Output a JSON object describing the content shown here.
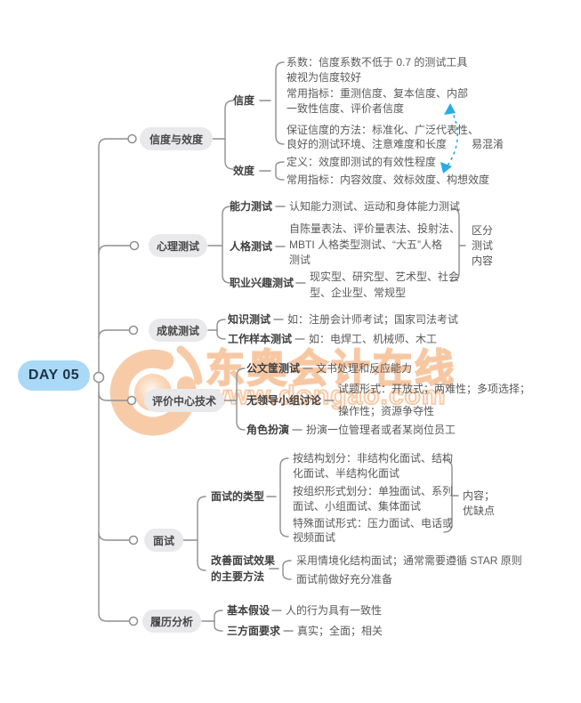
{
  "root": {
    "label": "DAY 05"
  },
  "watermark": {
    "brand": "东奥会计在线",
    "url": "www.dongao.com"
  },
  "colors": {
    "accent_blue": "#2aabe3",
    "watermark_orange": "#f29854",
    "root_node_fill": "#a9d9f6",
    "branch_node_fill": "#e9e9ec",
    "line_gray": "#8f8f8f"
  },
  "branch1": {
    "label": "信度与效度",
    "note": "易混淆",
    "reliability": {
      "label": "信度",
      "l1": "系数：信度系数不低于 0.7 的测试工具",
      "l2": "被视为信度较好",
      "l3": "常用指标：重测信度、复本信度、内部",
      "l4": "一致性信度、评价者信度",
      "l5": "保证信度的方法：标准化、广泛代表性、",
      "l6": "良好的测试环境、注意难度和长度"
    },
    "validity": {
      "label": "效度",
      "l1": "定义：效度即测试的有效性程度",
      "l2": "常用指标：内容效度、效标效度、构想效度"
    }
  },
  "branch2": {
    "label": "心理测试",
    "note1": "区分",
    "note2": "测试",
    "note3": "内容",
    "ability": {
      "label": "能力测试",
      "l1": "认知能力测试、运动和身体能力测试"
    },
    "personality": {
      "label": "人格测试",
      "l1": "自陈量表法、评价量表法、投射法、",
      "l2": "MBTI 人格类型测试、“大五”人格",
      "l3": "测试"
    },
    "interest": {
      "label": "职业兴趣测试",
      "l1": "现实型、研究型、艺术型、社会",
      "l2": "型、企业型、常规型"
    }
  },
  "branch3": {
    "label": "成就测试",
    "knowledge": {
      "label": "知识测试",
      "l1": "如：注册会计师考试；国家司法考试"
    },
    "worksample": {
      "label": "工作样本测试",
      "l1": "如：电焊工、机械师、木工"
    }
  },
  "branch4": {
    "label": "评价中心技术",
    "inbasket": {
      "label": "公文筐测试",
      "l1": "文书处理和反应能力"
    },
    "lgd": {
      "label": "无领导小组讨论",
      "l1": "试题形式：开放式；两难性；多项选择；",
      "l2": "操作性；资源争夺性"
    },
    "roleplay": {
      "label": "角色扮演",
      "l1": "扮演一位管理者或者某岗位员工"
    }
  },
  "branch5": {
    "label": "面试",
    "note1": "内容；",
    "note2": "优缺点",
    "types": {
      "label": "面试的类型",
      "l1": "按结构划分：非结构化面试、结构",
      "l2": "化面试、半结构化面试",
      "l3": "按组织形式划分：单独面试、系列",
      "l4": "面试、小组面试、集体面试",
      "l5": "特殊面试形式：压力面试、电话或",
      "l6": "视频面试"
    },
    "improve": {
      "label1": "改善面试效果",
      "label2": "的主要方法",
      "l1": "采用情境化结构面试；通常需要遵循 STAR 原则",
      "l2": "面试前做好充分准备"
    }
  },
  "branch6": {
    "label": "履历分析",
    "assumption": {
      "label": "基本假设",
      "l1": "人的行为具有一致性"
    },
    "requirements": {
      "label": "三方面要求",
      "l1": "真实；全面；相关"
    }
  }
}
